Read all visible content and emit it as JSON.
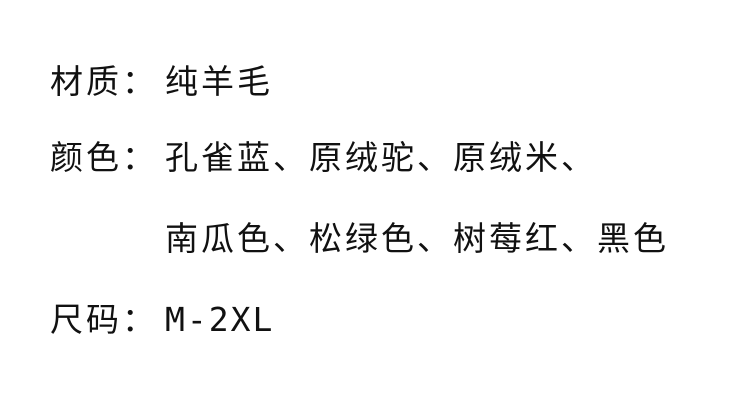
{
  "spec": {
    "material": {
      "label": "材质：",
      "value": "纯羊毛"
    },
    "color": {
      "label": "颜色：",
      "line1": "孔雀蓝、原绒驼、原绒米、",
      "line2": "南瓜色、松绿色、树莓红、黑色"
    },
    "size": {
      "label": "尺码：",
      "value": "M-2XL"
    }
  },
  "colors": {
    "text": "#111111",
    "background": "#ffffff"
  }
}
